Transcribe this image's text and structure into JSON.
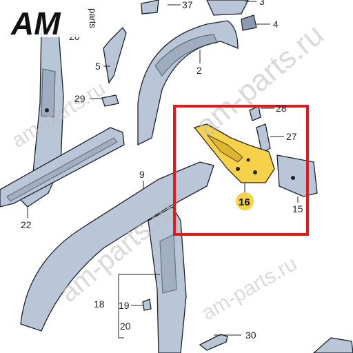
{
  "logo": {
    "mark": "AM",
    "sub": "parts"
  },
  "watermark": {
    "text": "am-parts.ru"
  },
  "highlight": {
    "color": "#e3191c",
    "part_color": "#f6d24a"
  },
  "labels": {
    "l37": "37",
    "l3": "3",
    "l4": "4",
    "l5": "5",
    "l2": "2",
    "l29": "29",
    "l26": "26",
    "l28": "28",
    "l27": "27",
    "l9": "9",
    "l16": "16",
    "l15": "15",
    "l22": "22",
    "l18": "18",
    "l19": "19",
    "l20": "20",
    "l30": "30"
  }
}
